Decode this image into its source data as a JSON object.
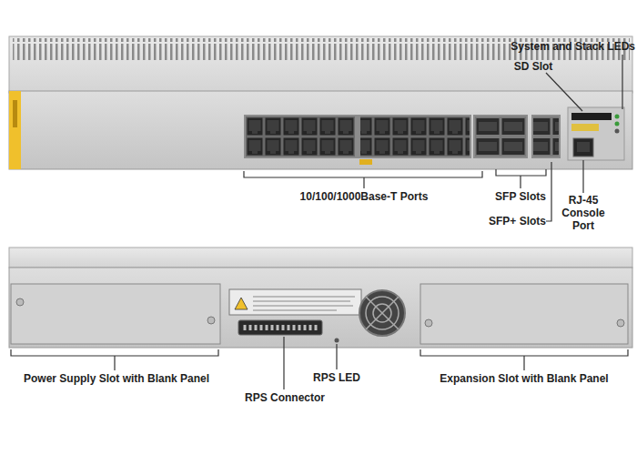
{
  "diagram": {
    "labels": [
      "System and Stack LEDs",
      "SD Slot",
      "10/100/1000Base-T Ports",
      "SFP Slots",
      "SFP+ Slots",
      "RJ-45 Console Port",
      "Power Supply Slot with Blank Panel",
      "RPS Connector",
      "RPS LED",
      "Expansion Slot with Blank Panel"
    ]
  }
}
